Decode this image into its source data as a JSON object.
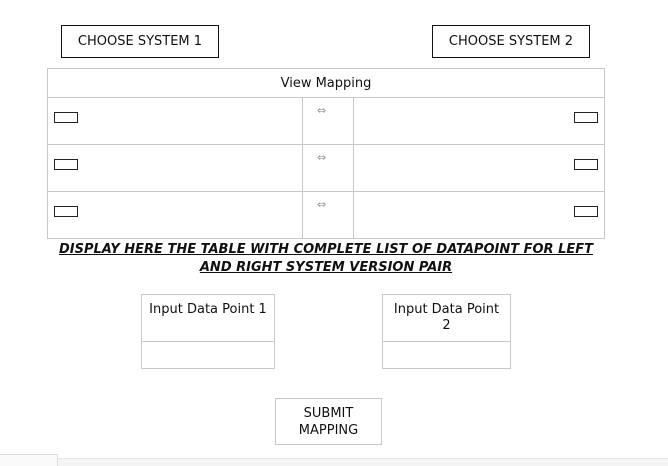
{
  "buttons": {
    "choose_system_1": "CHOOSE SYSTEM 1",
    "choose_system_2": "CHOOSE SYSTEM 2",
    "submit_mapping": "SUBMIT MAPPING"
  },
  "mapping_table": {
    "header": "View Mapping",
    "arrow_glyph": "⇔",
    "rows": [
      {
        "left_checked": false,
        "right_checked": false
      },
      {
        "left_checked": false,
        "right_checked": false
      },
      {
        "left_checked": false,
        "right_checked": false
      }
    ]
  },
  "display_note": "DISPLAY HERE THE TABLE WITH COMPLETE LIST OF DATAPOINT FOR LEFT AND RIGHT SYSTEM VERSION PAIR",
  "data_points": [
    {
      "label": "Input Data Point 1",
      "value": ""
    },
    {
      "label": "Input Data Point 2",
      "value": ""
    }
  ],
  "colors": {
    "border": "#c8c8c8",
    "text": "#111111",
    "arrow": "#999999"
  }
}
